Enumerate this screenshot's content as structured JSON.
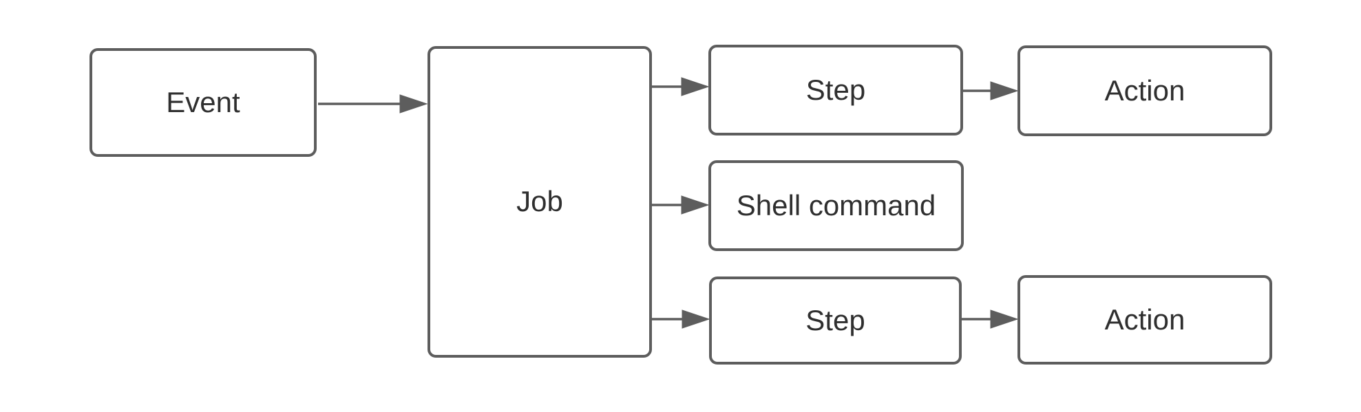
{
  "page": {
    "background_color": "#ffffff"
  },
  "diagram": {
    "type": "flowchart",
    "stroke_color": "#5d5d5d",
    "text_color": "#2f2f2f",
    "node_fill": "#ffffff",
    "nodes": {
      "event": {
        "label": "Event"
      },
      "job": {
        "label": "Job"
      },
      "step_top": {
        "label": "Step"
      },
      "action_top": {
        "label": "Action"
      },
      "shell_command": {
        "label": "Shell command"
      },
      "step_bottom": {
        "label": "Step"
      },
      "action_bottom": {
        "label": "Action"
      }
    },
    "connections": [
      {
        "from": "Event",
        "to": "Job"
      },
      {
        "from": "Job",
        "to": "Step (top)"
      },
      {
        "from": "Job",
        "to": "Shell command"
      },
      {
        "from": "Job",
        "to": "Step (bottom)"
      },
      {
        "from": "Step (top)",
        "to": "Action (top)"
      },
      {
        "from": "Step (bottom)",
        "to": "Action (bottom)"
      }
    ]
  }
}
